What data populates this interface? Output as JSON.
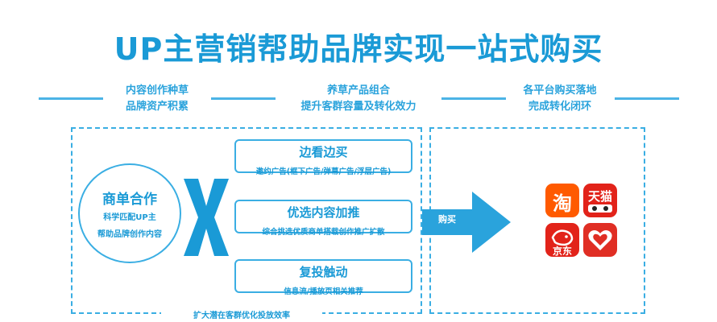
{
  "title": "UP主营销帮助品牌实现一站式购买",
  "columns": [
    {
      "line1": "内容创作种草",
      "line2": "品牌资产积累"
    },
    {
      "line1": "养草产品组合",
      "line2": "提升客群容量及转化效力"
    },
    {
      "line1": "各平台购买落地",
      "line2": "完成转化闭环"
    }
  ],
  "circle": {
    "title": "商单合作",
    "line1": "科学匹配UP主",
    "line2": "帮助品牌创作内容"
  },
  "pills": [
    {
      "title": "边看边买",
      "sub": "邀约广告(框下广告/弹幕广告/浮层广告)"
    },
    {
      "title": "优选内容加推",
      "sub": "综合挑选优质商单搭载创作推广扩散"
    },
    {
      "title": "复投触动",
      "sub": "信息流/播放页相关推荐"
    }
  ],
  "bottom_note": "扩大潜在客群优化投放效率",
  "arrow_label": "购买",
  "apps": [
    {
      "name": "taobao-icon",
      "label": "淘",
      "color": "#ff5a00"
    },
    {
      "name": "tmall-icon",
      "label": "天猫",
      "color": "#e2231a"
    },
    {
      "name": "jd-icon",
      "label": "京东",
      "color": "#e2231a"
    },
    {
      "name": "pinduoduo-icon",
      "label": "",
      "color": "#e02e24"
    }
  ],
  "colors": {
    "accent": "#1a9ad6",
    "line": "#3aaee3",
    "arrow": "#2aa3dc"
  }
}
